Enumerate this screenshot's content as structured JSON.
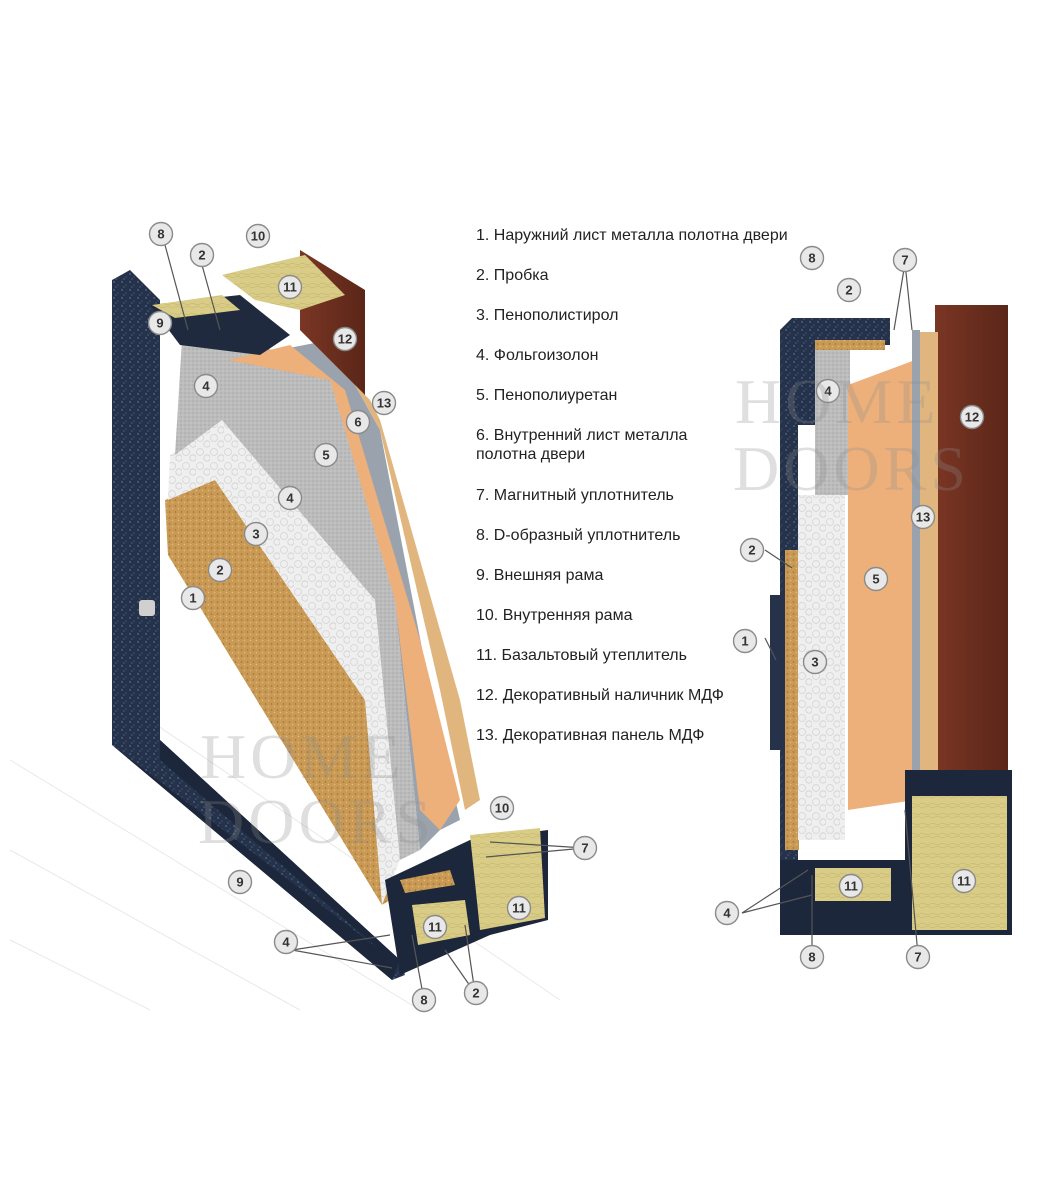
{
  "legend": [
    {
      "num": "1",
      "text": "1. Наружний лист металла полотна двери"
    },
    {
      "num": "2",
      "text": "2. Пробка"
    },
    {
      "num": "3",
      "text": "3. Пенополистирол"
    },
    {
      "num": "4",
      "text": "4. Фольгоизолон"
    },
    {
      "num": "5",
      "text": "5. Пенополиуретан"
    },
    {
      "num": "6",
      "text": "6. Внутренний лист металла\nполотна двери"
    },
    {
      "num": "7",
      "text": "7. Магнитный уплотнитель"
    },
    {
      "num": "8",
      "text": "8. D-образный уплотнитель"
    },
    {
      "num": "9",
      "text": "9. Внешняя рама"
    },
    {
      "num": "10",
      "text": "10. Внутренняя рама"
    },
    {
      "num": "11",
      "text": "11. Базальтовый утеплитель"
    },
    {
      "num": "12",
      "text": "12. Декоративный наличник МДФ"
    },
    {
      "num": "13",
      "text": "13. Декоративная панель МДФ"
    }
  ],
  "watermark": {
    "line1": "HOME",
    "line2": "DOORS"
  },
  "colors": {
    "steel": "#26324a",
    "cork": "#c99a55",
    "polystyrene": "#ececec",
    "foil": "#b9b9b9",
    "polyurethane": "#eeb07a",
    "mdf_panel": "#e1b67e",
    "mdf_trim": "#6a2f1f",
    "basalt": "#d9cc86"
  },
  "callouts_left": [
    "8",
    "2",
    "10",
    "11",
    "9",
    "12",
    "4",
    "13",
    "6",
    "5",
    "4",
    "3",
    "2",
    "1",
    "9",
    "10",
    "7",
    "11",
    "11",
    "4",
    "8",
    "2"
  ],
  "callouts_right": [
    "8",
    "2",
    "7",
    "4",
    "12",
    "13",
    "2",
    "5",
    "1",
    "3",
    "11",
    "11",
    "4",
    "8",
    "7"
  ]
}
